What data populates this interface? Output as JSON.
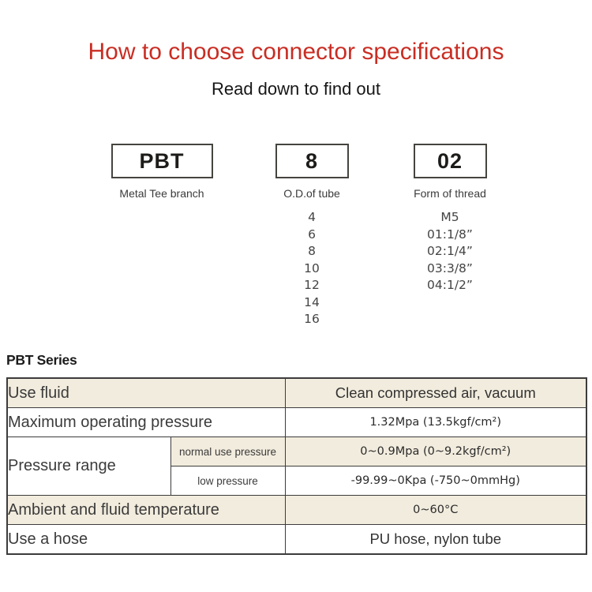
{
  "page": {
    "title": "How to choose connector specifications",
    "subtitle": "Read down to find out"
  },
  "selector": {
    "boxes": [
      {
        "code": "PBT",
        "label": "Metal Tee branch"
      },
      {
        "code": "8",
        "label": "O.D.of tube"
      },
      {
        "code": "02",
        "label": "Form of thread"
      }
    ],
    "tube_od_options": [
      "4",
      "6",
      "8",
      "10",
      "12",
      "14",
      "16"
    ],
    "thread_options": [
      "M5",
      "01:1/8”",
      "02:1/4”",
      "03:3/8”",
      "04:1/2”"
    ]
  },
  "series": {
    "heading": "PBT Series",
    "table": {
      "rows": [
        {
          "label": "Use fluid",
          "value": "Clean compressed air, vacuum"
        },
        {
          "label": "Maximum operating pressure",
          "value": "1.32Mpa (13.5kgf/cm²)"
        },
        {
          "label": "Pressure range",
          "sub_rows": [
            {
              "sub_label": "normal use pressure",
              "value": "0~0.9Mpa (0~9.2kgf/cm²)"
            },
            {
              "sub_label": "low pressure",
              "value": "-99.99~0Kpa (-750~0mmHg)"
            }
          ]
        },
        {
          "label": "Ambient and fluid temperature",
          "value": "0~60°C"
        },
        {
          "label": "Use a hose",
          "value": "PU hose, nylon tube"
        }
      ]
    }
  },
  "colors": {
    "title_red": "#c92d23",
    "row_beige": "#f2ecde",
    "border": "#3c3c3c"
  }
}
